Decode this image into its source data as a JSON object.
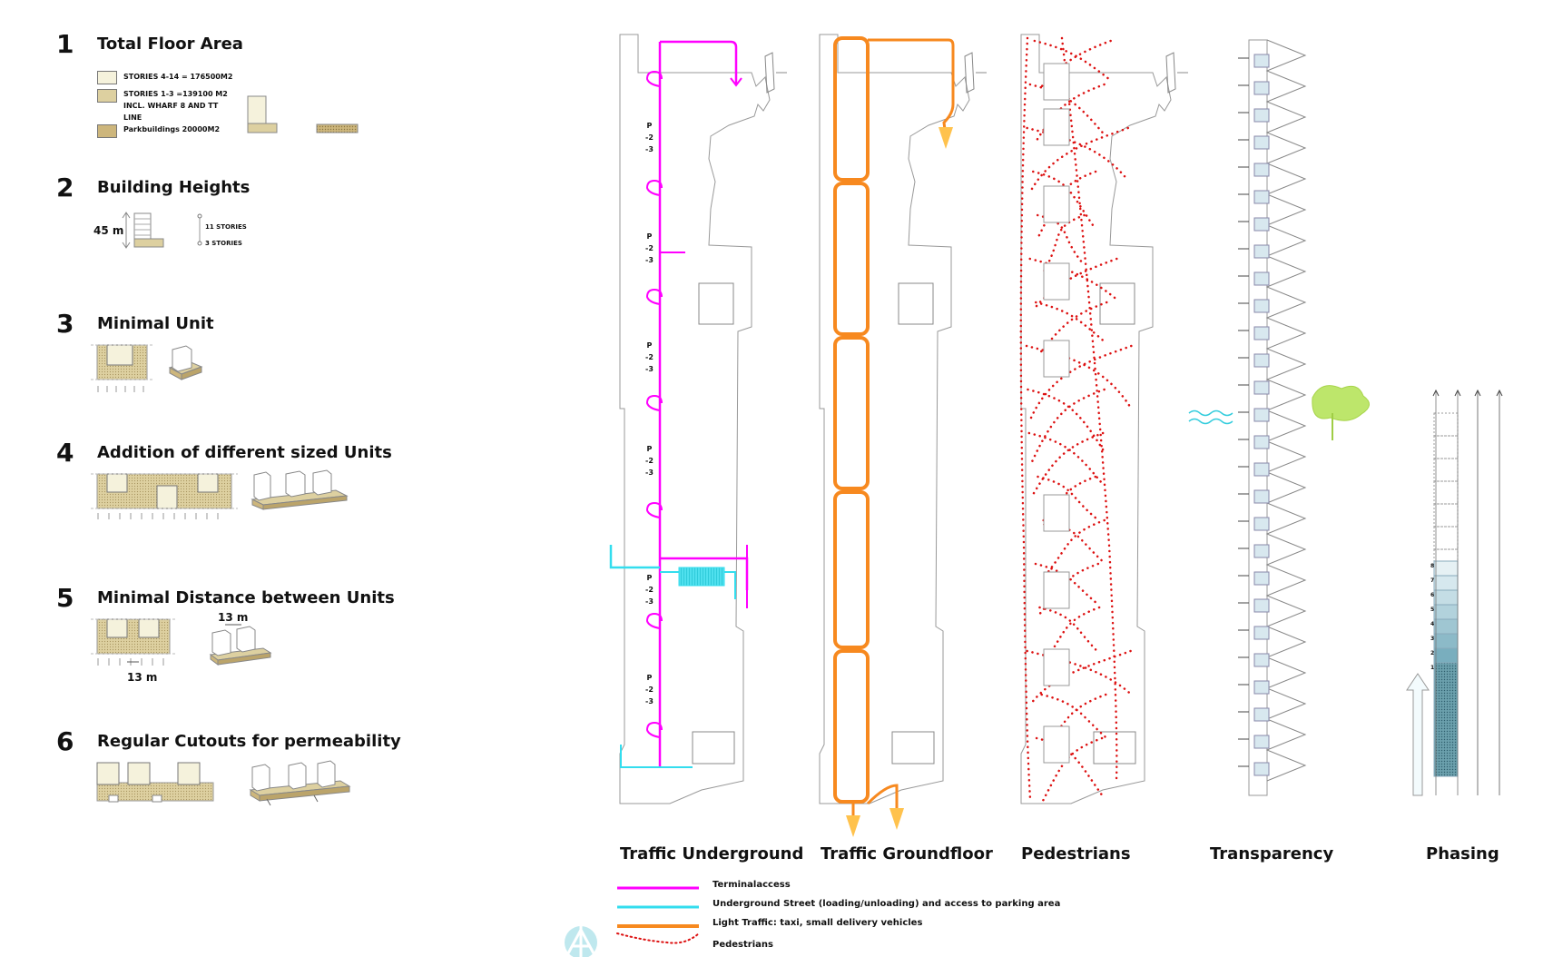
{
  "steps": [
    {
      "num": "1",
      "title": "Total Floor Area"
    },
    {
      "num": "2",
      "title": "Building Heights"
    },
    {
      "num": "3",
      "title": "Minimal Unit"
    },
    {
      "num": "4",
      "title": "Addition of different sized Units"
    },
    {
      "num": "5",
      "title": "Minimal Distance between Units"
    },
    {
      "num": "6",
      "title": "Regular Cutouts for permeability"
    }
  ],
  "floor_area": {
    "item1": "STORIES 4-14 = 176500M2",
    "item2a": "STORIES 1-3 =139100 M2",
    "item2b": "INCL. WHARF 8 AND TT",
    "item2c": "LINE",
    "item3": "Parkbuildings 20000M2"
  },
  "heights": {
    "height": "45 m",
    "upper": "11 STORIES",
    "lower": "3 STORIES"
  },
  "distance": {
    "top": "13 m",
    "bottom": "13 m"
  },
  "parking_label": [
    "P",
    "-2",
    "-3"
  ],
  "phasing_numbers": [
    "8",
    "7",
    "6",
    "5",
    "4",
    "3",
    "2",
    "1"
  ],
  "columns": [
    "Traffic Underground",
    "Traffic Groundfloor",
    "Pedestrians",
    "Transparency",
    "Phasing"
  ],
  "legend": [
    {
      "label": "Terminalaccess",
      "color": "#ff00ff",
      "style": "solid"
    },
    {
      "label": "Underground Street (loading/unloading) and access to parking area",
      "color": "#33ddee",
      "style": "solid"
    },
    {
      "label": "Light Traffic: taxi, small delivery  vehicles",
      "color": "#f7891f",
      "style": "solid"
    },
    {
      "label": "Pedestrians",
      "color": "#dd1111",
      "style": "dotted"
    }
  ],
  "colors": {
    "cream": "#f5f2dc",
    "tan": "#ddd0a0",
    "park": "#cdb67c",
    "magenta": "#ff00ff",
    "cyan": "#33ddee",
    "orange": "#f7891f",
    "red": "#dd1111",
    "blue": "#d8e8ef",
    "tree": "#bde66b"
  }
}
